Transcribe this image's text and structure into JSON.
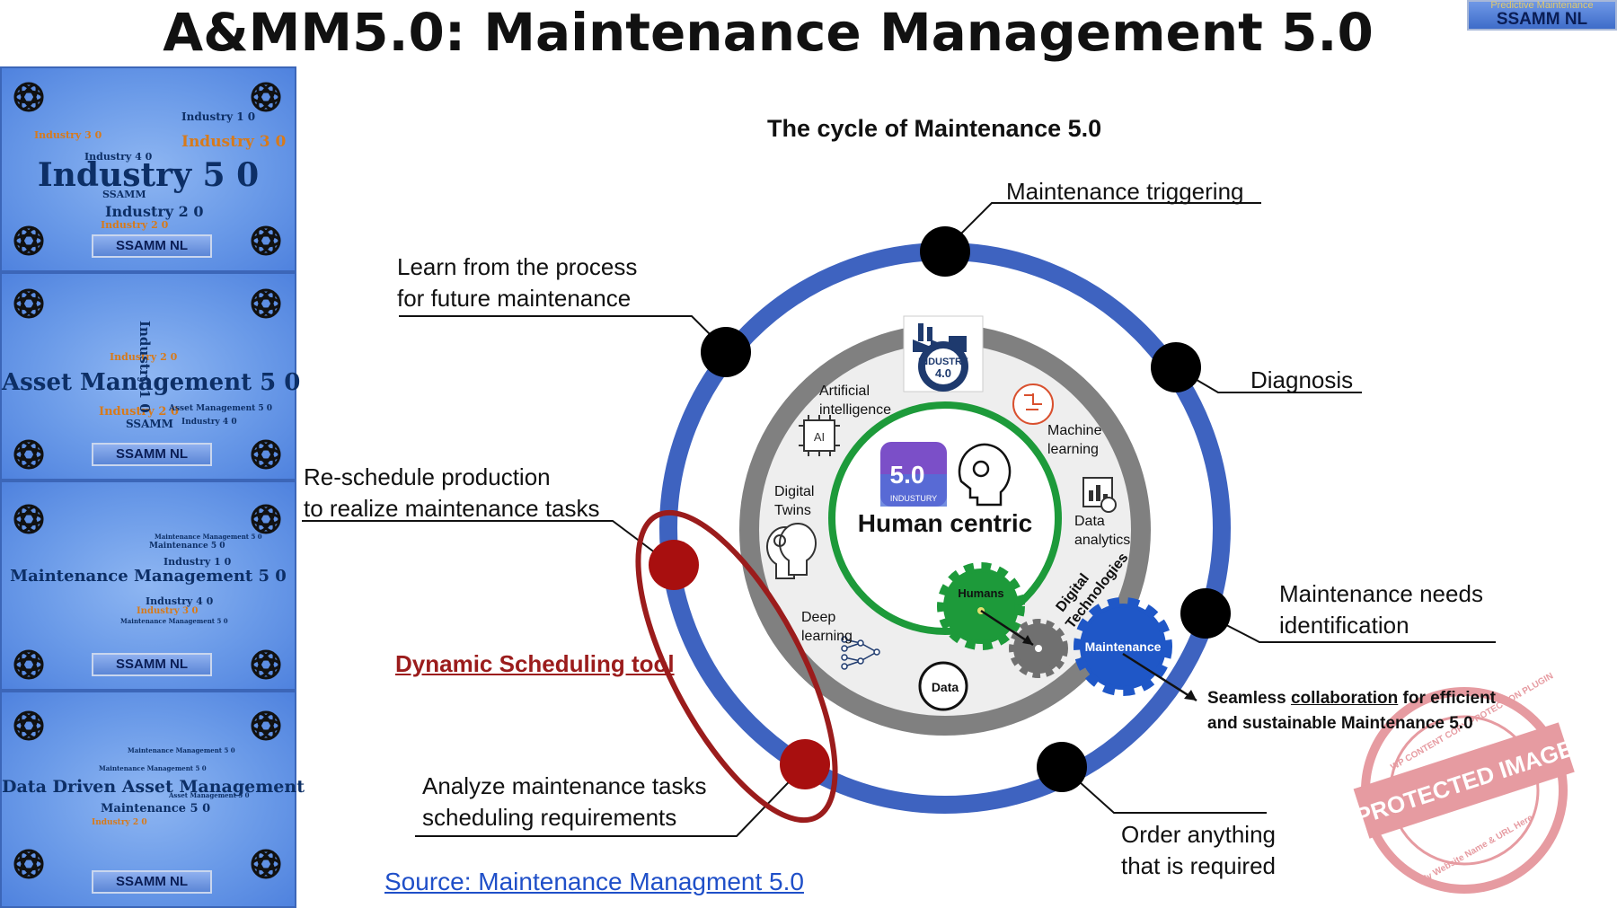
{
  "title": "A&MM5.0: Maintenance Management 5.0",
  "logo": {
    "small_text": "Predictive Maintenance",
    "text": "SSAMM NL"
  },
  "sidebar": {
    "panels": [
      {
        "main": "Industry 5 0",
        "footer": "SSAMM NL"
      },
      {
        "main": "Asset Management 5 0",
        "footer": "SSAMM NL"
      },
      {
        "main": "Maintenance Management 5 0",
        "footer": "SSAMM NL"
      },
      {
        "main": "Data Driven Asset Management",
        "footer": "SSAMM NL"
      }
    ],
    "cloud_words": [
      "Industry 1 0",
      "Industry 2 0",
      "Industry 3 0",
      "Industry 4 0",
      "SSAMM",
      "Maintenance 5 0",
      "Asset Management 5 0",
      "Maintenance Management 5 0"
    ]
  },
  "diagram": {
    "cycle_title": "The cycle of Maintenance 5.0",
    "outer_labels": {
      "triggering": "Maintenance triggering",
      "learn_line1": "Learn from the process",
      "learn_line2": "for future maintenance",
      "diagnosis": "Diagnosis",
      "needs_line1": "Maintenance needs",
      "needs_line2": "identification",
      "order_line1": "Order anything",
      "order_line2": "that is required",
      "analyze_line1": "Analyze maintenance tasks",
      "analyze_line2": "scheduling requirements",
      "reschedule_line1": "Re-schedule production",
      "reschedule_line2": "to realize maintenance tasks"
    },
    "dynamic_scheduling": "Dynamic Scheduling tool",
    "center": {
      "human_centric": "Human centric",
      "industry_badge": "5.0",
      "industry_badge_sub": "INDUSTURY",
      "industry40_line1": "INDUSTRY",
      "industry40_line2": "4.0"
    },
    "technologies": {
      "ai_line1": "Artificial",
      "ai_line2": "intelligence",
      "ml_line1": "Machine",
      "ml_line2": "learning",
      "dt_line1": "Digital",
      "dt_line2": "Twins",
      "da_line1": "Data",
      "da_line2": "analytics",
      "dl_line1": "Deep",
      "dl_line2": "learning",
      "digtech_line1": "Digital",
      "digtech_line2": "Technologies",
      "data_icon": "Data",
      "ai_icon": "AI"
    },
    "gears": {
      "humans": "Humans",
      "maintenance": "Maintenance"
    },
    "seamless_line1_pre": "Seamless ",
    "seamless_line1_u": "collaboration",
    "seamless_line1_post": " for efficient",
    "seamless_line2": "and sustainable Maintenance 5.0"
  },
  "stamp": {
    "text": "PROTECTED IMAGE",
    "ring": "WP CONTENT COPY PROTECTION PLUGIN",
    "bottom": "My Website Name & URL Here"
  },
  "source_link": "Source: Maintenance Managment 5.0",
  "colors": {
    "outer_ring": "#3e63c0",
    "inner_ring": "#808080",
    "green_ring": "#1d9a3a",
    "red": "#9b1c1c",
    "link": "#1f4fc8",
    "stamp": "#d24a55"
  },
  "icons": [
    "openai-knot-icon",
    "ai-chip-icon",
    "head-gear-icon",
    "brain-circuit-icon",
    "twins-head-icon",
    "data-chart-icon",
    "neural-net-icon",
    "database-icon",
    "factory-gear-icon",
    "gear-icon"
  ]
}
